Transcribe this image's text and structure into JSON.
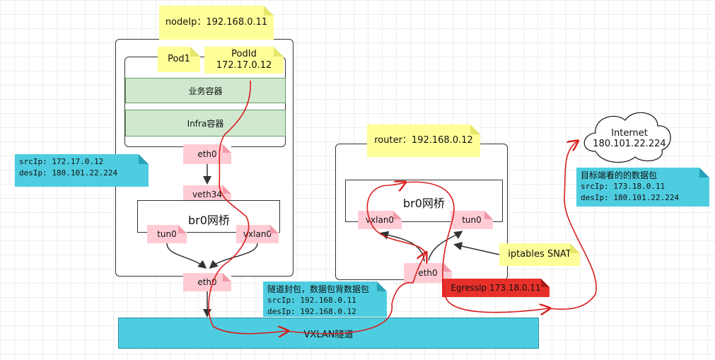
{
  "labels": {
    "node_ip": "nodeIp：192.168.0.11",
    "pod1": "Pod1",
    "pod_id": "PodId",
    "pod_ip": "172.17.0.12",
    "biz_container": "业务容器",
    "infra_container": "Infra容器",
    "node_eth0": "eth0",
    "veth": "veth34",
    "node_bridge": "br0网桥",
    "node_tun0": "tun0",
    "node_vxlan0": "vxlan0",
    "node_eth0_out": "eth0",
    "router_ip": "router：192.168.0.12",
    "router_bridge": "br0网桥",
    "router_vxlan0": "vxlan0",
    "router_tun0": "tun0",
    "router_eth0": "eth0",
    "iptables": "iptables SNAT",
    "egress": "EgressIp 173.18.0.11",
    "vxlan_tunnel": "VXLAN隧道",
    "internet_name": "Internet",
    "internet_ip": "180.101.22.224"
  },
  "packet_pod": {
    "src": "srcIp: 172.17.0.12",
    "des": "desIp: 180.101.22.224"
  },
  "packet_tunnel": {
    "title": "隧道封包，数据包背数据包",
    "src": "srcIp: 192.168.0.11",
    "des": "desIp: 192.168.0.12"
  },
  "packet_target": {
    "title": "目标端看的的数据包",
    "src": "srcIp: 173.18.0.11",
    "des": "desIp: 180.101.22.224"
  },
  "colors": {
    "note": "#ffff99",
    "tag": "#ffccd5",
    "info": "#4ecde0",
    "container": "#cfe8cf",
    "egress": "#e8302a",
    "path": "#d91e1e"
  }
}
